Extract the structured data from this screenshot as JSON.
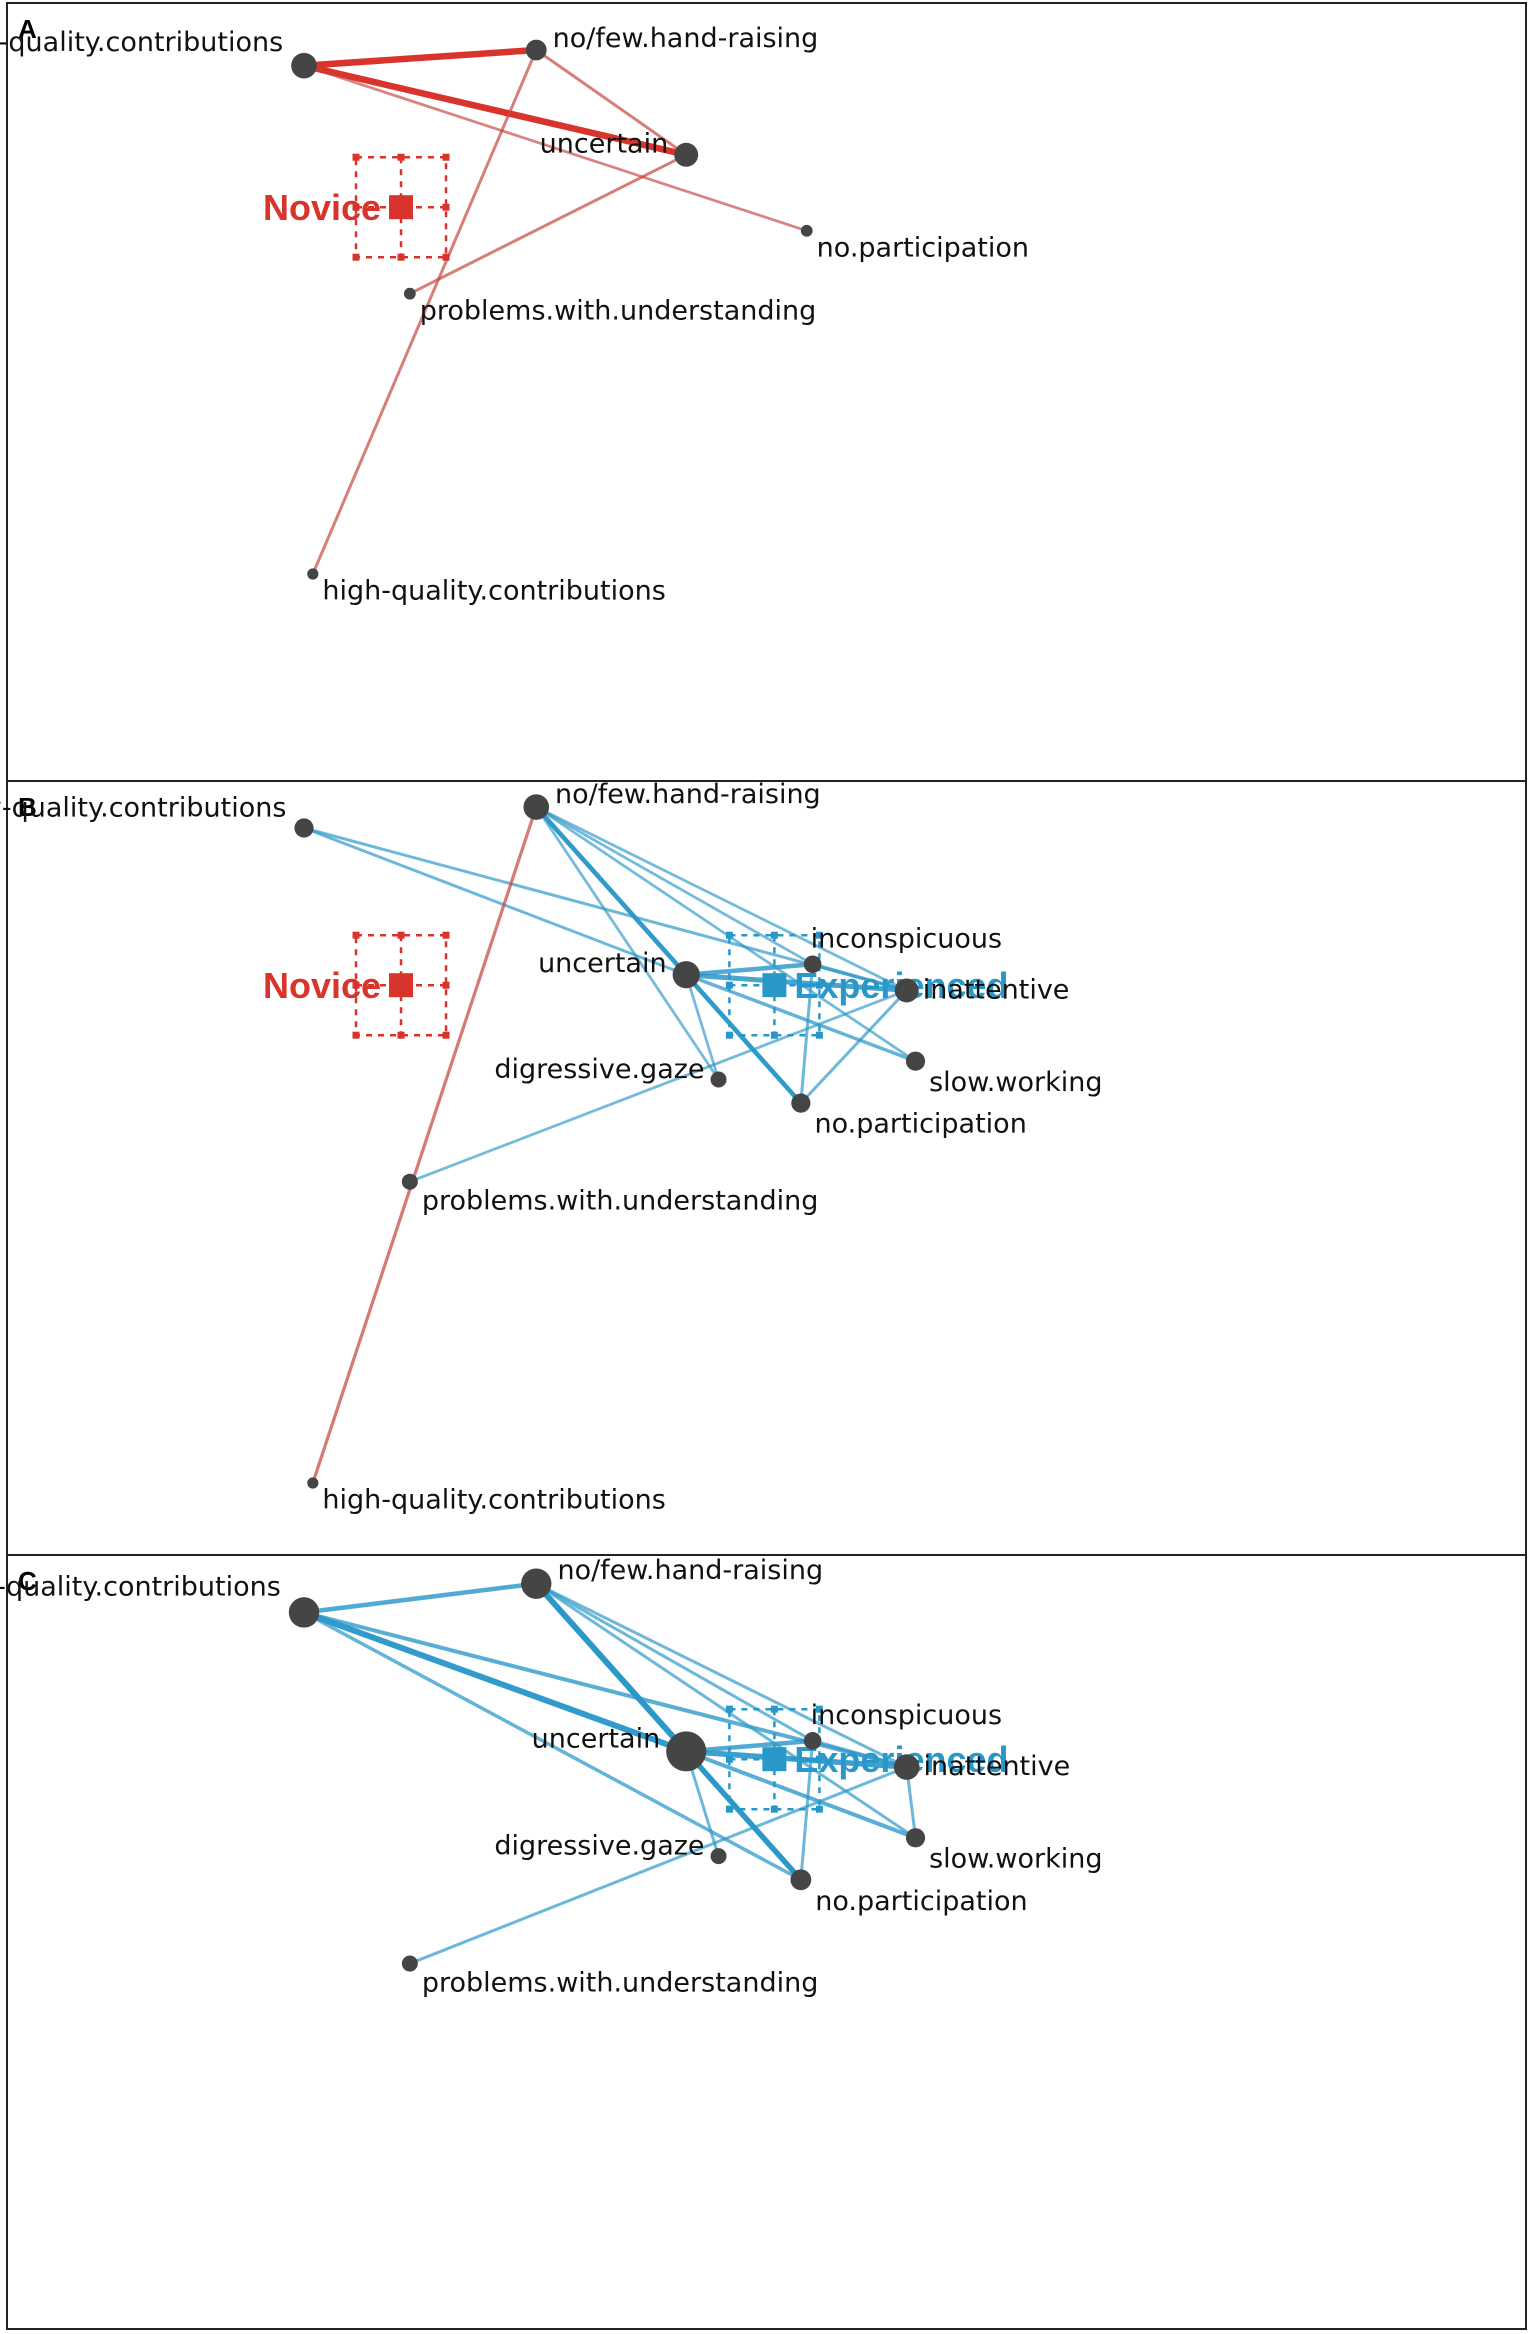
{
  "colors": {
    "novice": "#d9342b",
    "novice_light": "#c4453c",
    "experienced": "#2a97c9",
    "node": "#454545"
  },
  "chart_data": [
    {
      "type": "network",
      "panel": "A",
      "groups": [
        {
          "name": "Novice",
          "x": 0.33,
          "y": 0.4,
          "color": "novice"
        }
      ],
      "nodes": [
        {
          "id": "low-quality.contributions",
          "label": "low-quality.contributions",
          "x": 0.0,
          "y": 0.94,
          "size": 0.55,
          "anchor": "left"
        },
        {
          "id": "no/few.hand-raising",
          "label": "no/few.hand-raising",
          "x": 0.79,
          "y": 1.0,
          "size": 0.4,
          "anchor": "right"
        },
        {
          "id": "uncertain",
          "label": "uncertain",
          "x": 1.3,
          "y": 0.6,
          "size": 0.5,
          "anchor": "left"
        },
        {
          "id": "no.participation",
          "label": "no.participation",
          "x": 1.71,
          "y": 0.31,
          "size": 0.12,
          "anchor": "right"
        },
        {
          "id": "problems.with.understanding",
          "label": "problems.with.understanding",
          "x": 0.36,
          "y": 0.07,
          "size": 0.12,
          "anchor": "right"
        },
        {
          "id": "high-quality.contributions",
          "label": "high-quality.contributions",
          "x": 0.03,
          "y": -1.0,
          "size": 0.1,
          "anchor": "right"
        }
      ],
      "edges": [
        {
          "from": "low-quality.contributions",
          "to": "no/few.hand-raising",
          "weight": 1.0,
          "color": "novice"
        },
        {
          "from": "low-quality.contributions",
          "to": "uncertain",
          "weight": 1.0,
          "color": "novice"
        },
        {
          "from": "low-quality.contributions",
          "to": "no.participation",
          "weight": 0.25,
          "color": "novice_light"
        },
        {
          "from": "no/few.hand-raising",
          "to": "uncertain",
          "weight": 0.3,
          "color": "novice_light"
        },
        {
          "from": "no/few.hand-raising",
          "to": "high-quality.contributions",
          "weight": 0.3,
          "color": "novice_light"
        },
        {
          "from": "uncertain",
          "to": "problems.with.understanding",
          "weight": 0.3,
          "color": "novice_light"
        }
      ]
    },
    {
      "type": "network",
      "panel": "B",
      "groups": [
        {
          "name": "Novice",
          "x": 0.33,
          "y": 0.4,
          "color": "novice"
        },
        {
          "name": "Experienced",
          "x": 1.6,
          "y": 0.4,
          "color": "experienced"
        }
      ],
      "nodes": [
        {
          "id": "low-quality.contributions",
          "label": "low-quality.contributions",
          "x": 0.0,
          "y": 1.0,
          "size": 0.35,
          "anchor": "left"
        },
        {
          "id": "no/few.hand-raising",
          "label": "no/few.hand-raising",
          "x": 0.79,
          "y": 1.08,
          "size": 0.55,
          "anchor": "right"
        },
        {
          "id": "uncertain",
          "label": "uncertain",
          "x": 1.3,
          "y": 0.44,
          "size": 0.6,
          "anchor": "left"
        },
        {
          "id": "inconspicuous",
          "label": "inconspicuous",
          "x": 1.73,
          "y": 0.48,
          "size": 0.3,
          "anchor": "right"
        },
        {
          "id": "inattentive",
          "label": "inattentive",
          "x": 2.05,
          "y": 0.38,
          "size": 0.5,
          "anchor": "right"
        },
        {
          "id": "slow.working",
          "label": "slow.working",
          "x": 2.08,
          "y": 0.11,
          "size": 0.35,
          "anchor": "right"
        },
        {
          "id": "no.participation",
          "label": "no.participation",
          "x": 1.69,
          "y": -0.05,
          "size": 0.35,
          "anchor": "right"
        },
        {
          "id": "digressive.gaze",
          "label": "digressive.gaze",
          "x": 1.41,
          "y": 0.04,
          "size": 0.25,
          "anchor": "left"
        },
        {
          "id": "problems.with.understanding",
          "label": "problems.with.understanding",
          "x": 0.36,
          "y": -0.35,
          "size": 0.25,
          "anchor": "right"
        },
        {
          "id": "high-quality.contributions",
          "label": "high-quality.contributions",
          "x": 0.03,
          "y": -1.5,
          "size": 0.1,
          "anchor": "right"
        }
      ],
      "edges": [
        {
          "from": "low-quality.contributions",
          "to": "inattentive",
          "weight": 0.3,
          "color": "experienced"
        },
        {
          "from": "low-quality.contributions",
          "to": "uncertain",
          "weight": 0.3,
          "color": "experienced"
        },
        {
          "from": "no/few.hand-raising",
          "to": "uncertain",
          "weight": 0.6,
          "color": "experienced"
        },
        {
          "from": "no/few.hand-raising",
          "to": "no.participation",
          "weight": 0.6,
          "color": "experienced"
        },
        {
          "from": "no/few.hand-raising",
          "to": "inattentive",
          "weight": 0.25,
          "color": "experienced"
        },
        {
          "from": "no/few.hand-raising",
          "to": "inconspicuous",
          "weight": 0.25,
          "color": "experienced"
        },
        {
          "from": "no/few.hand-raising",
          "to": "slow.working",
          "weight": 0.25,
          "color": "experienced"
        },
        {
          "from": "no/few.hand-raising",
          "to": "digressive.gaze",
          "weight": 0.25,
          "color": "experienced"
        },
        {
          "from": "no/few.hand-raising",
          "to": "high-quality.contributions",
          "weight": 0.35,
          "color": "novice_light"
        },
        {
          "from": "uncertain",
          "to": "inattentive",
          "weight": 0.7,
          "color": "experienced"
        },
        {
          "from": "uncertain",
          "to": "inconspicuous",
          "weight": 0.6,
          "color": "experienced"
        },
        {
          "from": "uncertain",
          "to": "no.participation",
          "weight": 0.6,
          "color": "experienced"
        },
        {
          "from": "uncertain",
          "to": "slow.working",
          "weight": 0.4,
          "color": "experienced"
        },
        {
          "from": "uncertain",
          "to": "digressive.gaze",
          "weight": 0.25,
          "color": "experienced"
        },
        {
          "from": "inconspicuous",
          "to": "inattentive",
          "weight": 0.4,
          "color": "experienced"
        },
        {
          "from": "inconspicuous",
          "to": "no.participation",
          "weight": 0.3,
          "color": "experienced"
        },
        {
          "from": "inattentive",
          "to": "no.participation",
          "weight": 0.3,
          "color": "experienced"
        },
        {
          "from": "inattentive",
          "to": "problems.with.understanding",
          "weight": 0.25,
          "color": "experienced"
        }
      ]
    },
    {
      "type": "network",
      "panel": "C",
      "groups": [
        {
          "name": "Experienced",
          "x": 1.6,
          "y": 0.4,
          "color": "experienced"
        }
      ],
      "nodes": [
        {
          "id": "low-quality.contributions",
          "label": "low-quality.contributions",
          "x": 0.0,
          "y": 0.96,
          "size": 0.7,
          "anchor": "left"
        },
        {
          "id": "no/few.hand-raising",
          "label": "no/few.hand-raising",
          "x": 0.79,
          "y": 1.07,
          "size": 0.7,
          "anchor": "right"
        },
        {
          "id": "uncertain",
          "label": "uncertain",
          "x": 1.3,
          "y": 0.43,
          "size": 1.0,
          "anchor": "left"
        },
        {
          "id": "inconspicuous",
          "label": "inconspicuous",
          "x": 1.73,
          "y": 0.47,
          "size": 0.3,
          "anchor": "right"
        },
        {
          "id": "inattentive",
          "label": "inattentive",
          "x": 2.05,
          "y": 0.37,
          "size": 0.55,
          "anchor": "right"
        },
        {
          "id": "slow.working",
          "label": "slow.working",
          "x": 2.08,
          "y": 0.1,
          "size": 0.35,
          "anchor": "right"
        },
        {
          "id": "no.participation",
          "label": "no.participation",
          "x": 1.69,
          "y": -0.06,
          "size": 0.4,
          "anchor": "right"
        },
        {
          "id": "digressive.gaze",
          "label": "digressive.gaze",
          "x": 1.41,
          "y": 0.03,
          "size": 0.25,
          "anchor": "left"
        },
        {
          "id": "problems.with.understanding",
          "label": "problems.with.understanding",
          "x": 0.36,
          "y": -0.38,
          "size": 0.25,
          "anchor": "right"
        }
      ],
      "edges": [
        {
          "from": "low-quality.contributions",
          "to": "no/few.hand-raising",
          "weight": 0.6,
          "color": "experienced"
        },
        {
          "from": "low-quality.contributions",
          "to": "uncertain",
          "weight": 0.9,
          "color": "experienced"
        },
        {
          "from": "low-quality.contributions",
          "to": "inattentive",
          "weight": 0.5,
          "color": "experienced"
        },
        {
          "from": "low-quality.contributions",
          "to": "no.participation",
          "weight": 0.4,
          "color": "experienced"
        },
        {
          "from": "no/few.hand-raising",
          "to": "uncertain",
          "weight": 0.9,
          "color": "experienced"
        },
        {
          "from": "no/few.hand-raising",
          "to": "no.participation",
          "weight": 0.7,
          "color": "experienced"
        },
        {
          "from": "no/few.hand-raising",
          "to": "inattentive",
          "weight": 0.3,
          "color": "experienced"
        },
        {
          "from": "no/few.hand-raising",
          "to": "inconspicuous",
          "weight": 0.3,
          "color": "experienced"
        },
        {
          "from": "no/few.hand-raising",
          "to": "slow.working",
          "weight": 0.3,
          "color": "experienced"
        },
        {
          "from": "uncertain",
          "to": "inattentive",
          "weight": 0.8,
          "color": "experienced"
        },
        {
          "from": "uncertain",
          "to": "inconspicuous",
          "weight": 0.6,
          "color": "experienced"
        },
        {
          "from": "uncertain",
          "to": "no.participation",
          "weight": 0.8,
          "color": "experienced"
        },
        {
          "from": "uncertain",
          "to": "slow.working",
          "weight": 0.5,
          "color": "experienced"
        },
        {
          "from": "uncertain",
          "to": "digressive.gaze",
          "weight": 0.3,
          "color": "experienced"
        },
        {
          "from": "inconspicuous",
          "to": "inattentive",
          "weight": 0.4,
          "color": "experienced"
        },
        {
          "from": "inconspicuous",
          "to": "no.participation",
          "weight": 0.3,
          "color": "experienced"
        },
        {
          "from": "inattentive",
          "to": "problems.with.understanding",
          "weight": 0.3,
          "color": "experienced"
        },
        {
          "from": "inattentive",
          "to": "slow.working",
          "weight": 0.3,
          "color": "experienced"
        }
      ]
    }
  ]
}
